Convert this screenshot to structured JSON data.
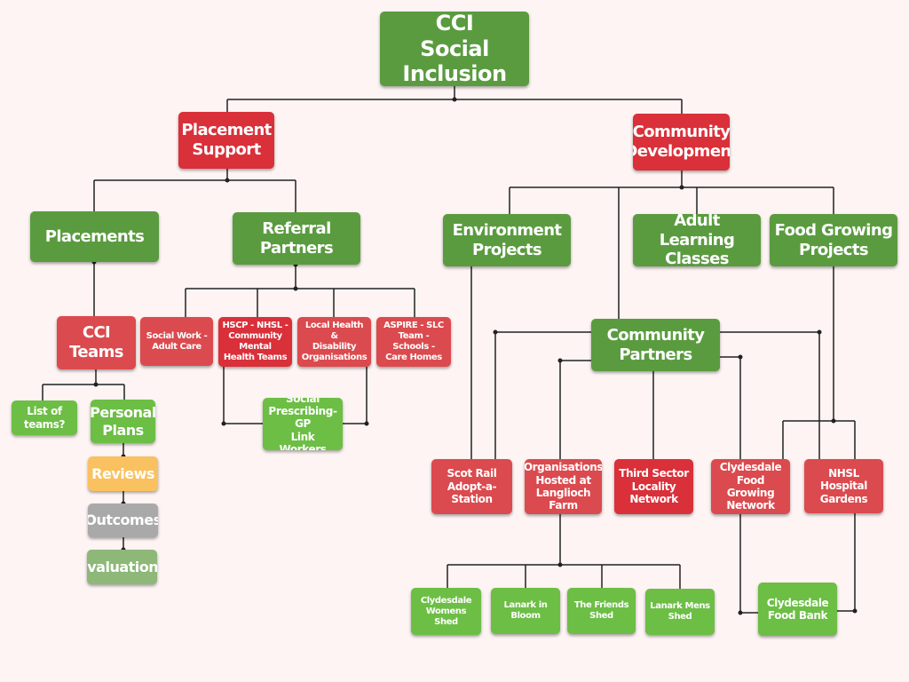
{
  "colors": {
    "green": "#5a9b3f",
    "light_green": "#6cbe45",
    "red": "#d9303a",
    "amber": "#f9c15f",
    "grey": "#a9a9a9",
    "sage": "#8db878",
    "connector": "#222222",
    "background": "#fdf4f3"
  },
  "nodes": {
    "root": "CCI\nSocial Inclusion",
    "placement_support": "Placement\nSupport",
    "community_development": "Community\nDevelopment",
    "placements": "Placements",
    "referral_partners": "Referral Partners",
    "environment_projects": "Environment\nProjects",
    "adult_learning": "Adult Learning\nClasses",
    "food_growing_projects": "Food Growing\nProjects",
    "cci_teams": "CCI Teams",
    "list_of_teams": "List of\nteams?",
    "personal_plans": "Personal\nPlans",
    "reviews": "Reviews",
    "outcomes": "Outcomes",
    "evaluations": "Evaluations",
    "social_work": "Social Work -\nAdult Care",
    "hscp_nhsl": "HSCP - NHSL -\nCommunity\nMental\nHealth Teams",
    "local_health": "Local Health &\nDisability\nOrganisations",
    "aspire": "ASPIRE - SLC Team -\nSchools -\nCare Homes",
    "social_prescribing": "Social\nPrescribing- GP\nLink Workers",
    "community_partners": "Community\nPartners",
    "scot_rail": "Scot Rail\nAdopt-a-Station",
    "langloch": "Organisations\nHosted at\nLanglioch Farm",
    "third_sector": "Third Sector\nLocality\nNetwork",
    "clydesdale_food_growing": "Clydesdale\nFood Growing\nNetwork",
    "nhsl_gardens": "NHSL Hospital\nGardens",
    "womens_shed": "Clydesdale\nWomens Shed",
    "lanark_bloom": "Lanark in Bloom",
    "friends_shed": "The Friends\nShed",
    "lanark_mens": "Lanark Mens\nShed",
    "food_bank": "Clydesdale\nFood Bank"
  }
}
